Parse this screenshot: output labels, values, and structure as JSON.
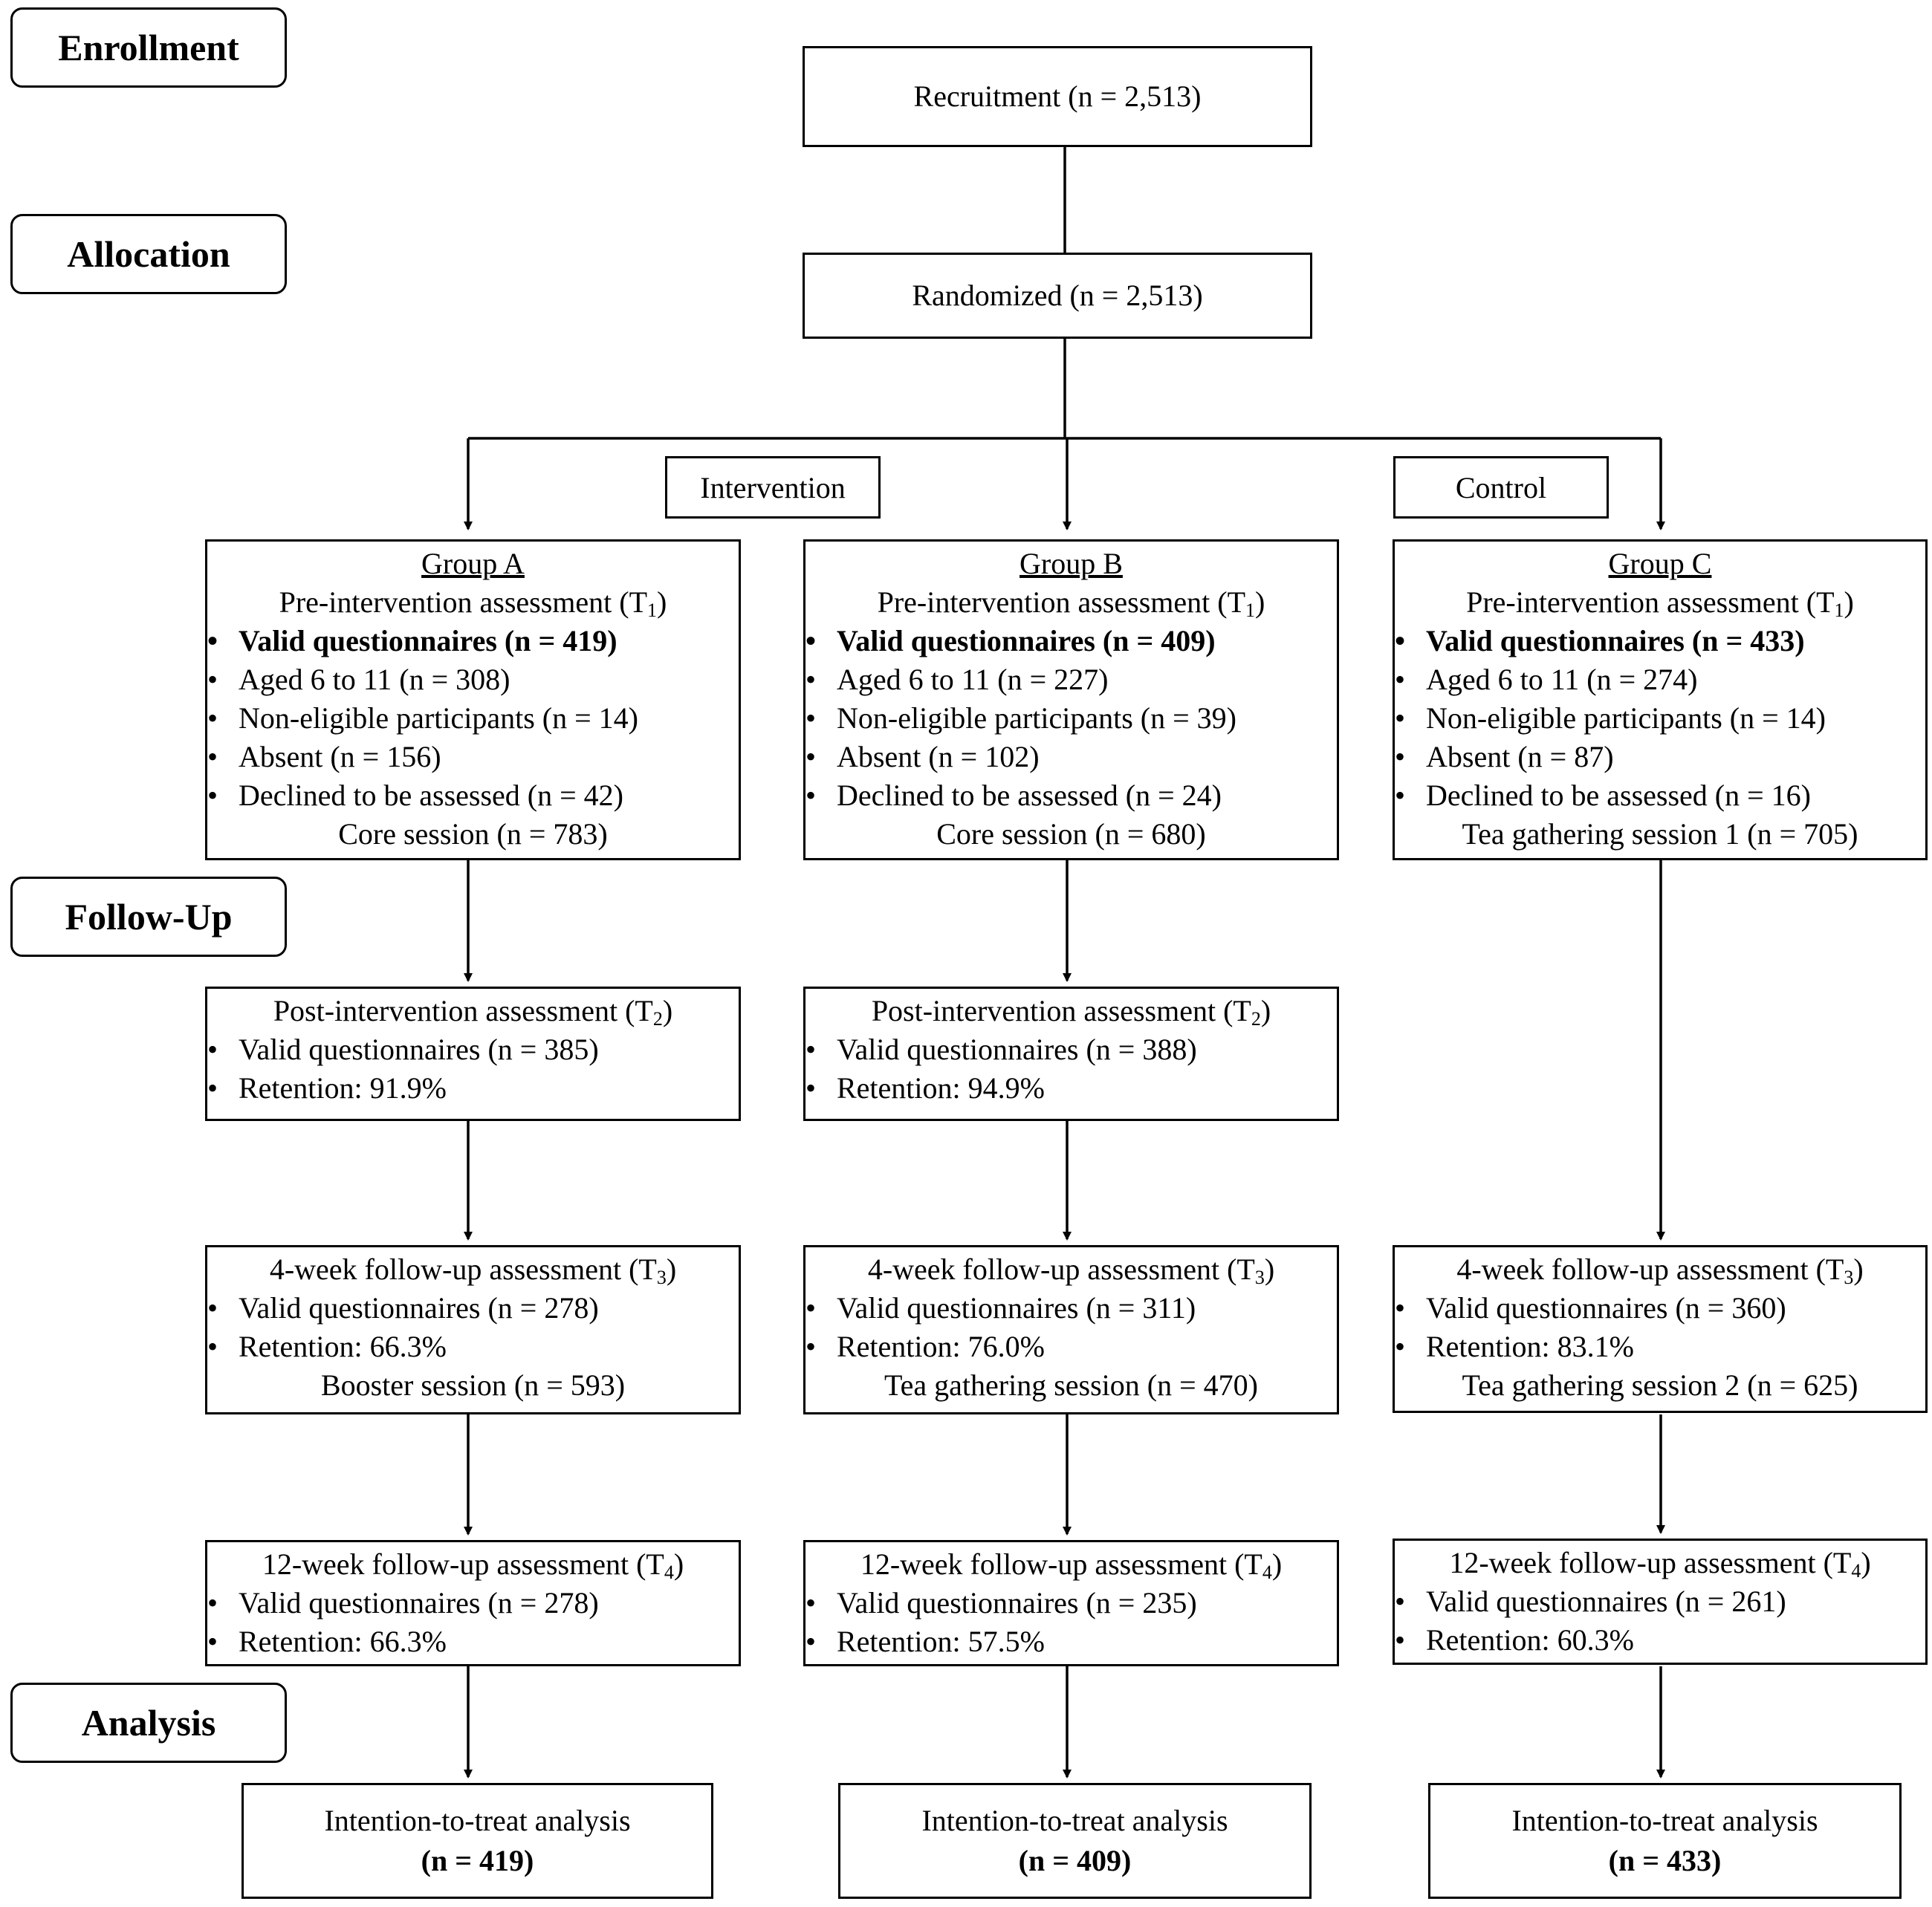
{
  "stages": {
    "enrollment": "Enrollment",
    "allocation": "Allocation",
    "follow_up": "Follow-Up",
    "analysis": "Analysis"
  },
  "recruitment": "Recruitment (n = 2,513)",
  "randomized": "Randomized (n = 2,513)",
  "labels": {
    "intervention": "Intervention",
    "control": "Control"
  },
  "groups": [
    {
      "name": "Group A",
      "t1": {
        "title": "Pre-intervention assessment (T",
        "sub": "1",
        "close": ")",
        "valid": "Valid questionnaires (n = 419)",
        "aged": "Aged 6 to 11 (n = 308)",
        "noneligible": "Non-eligible participants (n = 14)",
        "absent": "Absent (n = 156)",
        "declined": "Declined to be assessed (n = 42)",
        "session": "Core session (n = 783)"
      },
      "t2": {
        "title": "Post-intervention assessment (T",
        "sub": "2",
        "close": ")",
        "valid": "Valid questionnaires (n = 385)",
        "retention": "Retention: 91.9%"
      },
      "t3": {
        "title": "4-week follow-up assessment (T",
        "sub": "3",
        "close": ")",
        "valid": "Valid questionnaires (n = 278)",
        "retention": "Retention: 66.3%",
        "session": "Booster session (n = 593)"
      },
      "t4": {
        "title": "12-week follow-up assessment (T",
        "sub": "4",
        "close": ")",
        "valid": "Valid questionnaires (n = 278)",
        "retention": "Retention: 66.3%"
      },
      "itt": {
        "title": "Intention-to-treat analysis",
        "n": "(n = 419)"
      }
    },
    {
      "name": "Group B",
      "t1": {
        "title": "Pre-intervention assessment (T",
        "sub": "1",
        "close": ")",
        "valid": "Valid questionnaires (n = 409)",
        "aged": "Aged 6 to 11 (n = 227)",
        "noneligible": "Non-eligible participants (n = 39)",
        "absent": "Absent (n = 102)",
        "declined": "Declined to be assessed (n = 24)",
        "session": "Core session (n = 680)"
      },
      "t2": {
        "title": "Post-intervention assessment (T",
        "sub": "2",
        "close": ")",
        "valid": "Valid questionnaires (n = 388)",
        "retention": "Retention: 94.9%"
      },
      "t3": {
        "title": "4-week follow-up assessment (T",
        "sub": "3",
        "close": ")",
        "valid": "Valid questionnaires (n = 311)",
        "retention": "Retention: 76.0%",
        "session": "Tea gathering session (n = 470)"
      },
      "t4": {
        "title": "12-week follow-up assessment (T",
        "sub": "4",
        "close": ")",
        "valid": "Valid questionnaires (n = 235)",
        "retention": "Retention: 57.5%"
      },
      "itt": {
        "title": "Intention-to-treat analysis",
        "n": "(n = 409)"
      }
    },
    {
      "name": "Group C",
      "t1": {
        "title": "Pre-intervention assessment (T",
        "sub": "1",
        "close": ")",
        "valid": "Valid questionnaires (n = 433)",
        "aged": "Aged 6 to 11 (n = 274)",
        "noneligible": "Non-eligible participants (n = 14)",
        "absent": "Absent (n = 87)",
        "declined": "Declined to be assessed (n = 16)",
        "session": "Tea gathering session 1 (n = 705)"
      },
      "t3": {
        "title": "4-week follow-up assessment (T",
        "sub": "3",
        "close": ")",
        "valid": "Valid questionnaires (n = 360)",
        "retention": "Retention: 83.1%",
        "session": "Tea gathering session 2 (n = 625)"
      },
      "t4": {
        "title": "12-week follow-up assessment (T",
        "sub": "4",
        "close": ")",
        "valid": "Valid questionnaires (n = 261)",
        "retention": "Retention: 60.3%"
      },
      "itt": {
        "title": "Intention-to-treat analysis",
        "n": "(n = 433)"
      }
    }
  ]
}
